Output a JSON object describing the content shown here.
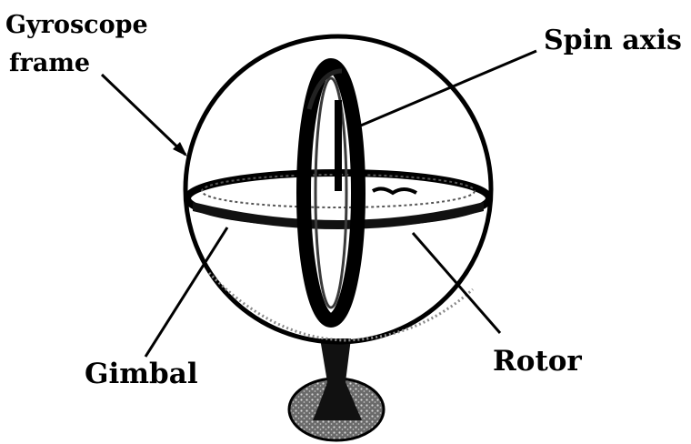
{
  "labels": {
    "gyroscope_frame_line1": "Gyroscope",
    "gyroscope_frame_line2": "frame",
    "spin_axis": "Spin axis",
    "gimbal": "Gimbal",
    "rotor": "Rotor"
  },
  "colors": {
    "ink": "#000000",
    "shade": "#4a4a4a",
    "background": "#ffffff"
  }
}
